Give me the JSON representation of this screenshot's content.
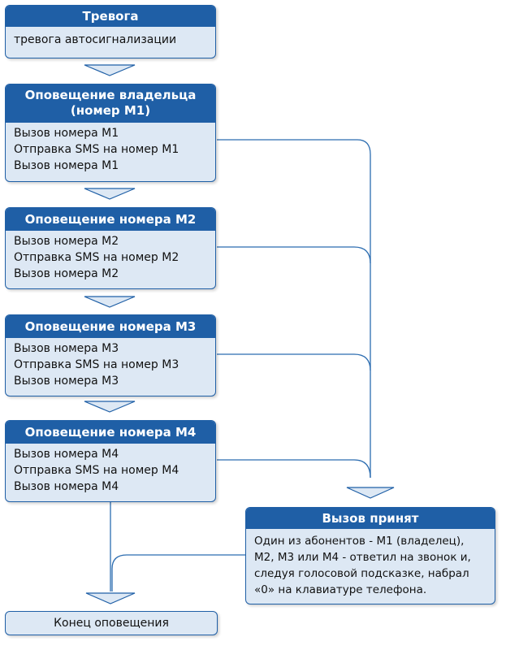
{
  "alarm": {
    "title": "Тревога",
    "text": "тревога автосигнализации"
  },
  "steps": [
    {
      "title_line1": "Оповещение владельца",
      "title_line2": "(номер M1)",
      "lines": [
        "Вызов номера M1",
        "Отправка SMS на номер M1",
        "Вызов номера M1"
      ]
    },
    {
      "title_line1": "Оповещение номера M2",
      "lines": [
        "Вызов номера M2",
        "Отправка SMS на номер M2",
        "Вызов номера M2"
      ]
    },
    {
      "title_line1": "Оповещение номера M3",
      "lines": [
        "Вызов номера M3",
        "Отправка SMS на номер M3",
        "Вызов номера M3"
      ]
    },
    {
      "title_line1": "Оповещение номера M4",
      "lines": [
        "Вызов номера M4",
        "Отправка SMS на номер M4",
        "Вызов номера M4"
      ]
    }
  ],
  "accepted": {
    "title": "Вызов принят",
    "lines": [
      "Один из абонентов - M1 (владелец),",
      "M2, M3 или M4 - ответил на звонок и,",
      "следуя голосовой подсказке, набрал",
      "«0» на клавиатуре телефона."
    ]
  },
  "end": {
    "text": "Конец оповещения"
  },
  "colors": {
    "border": "#1f5fa6",
    "header": "#1f5fa6",
    "fill": "#dde8f4",
    "line": "#2b6cb0"
  }
}
